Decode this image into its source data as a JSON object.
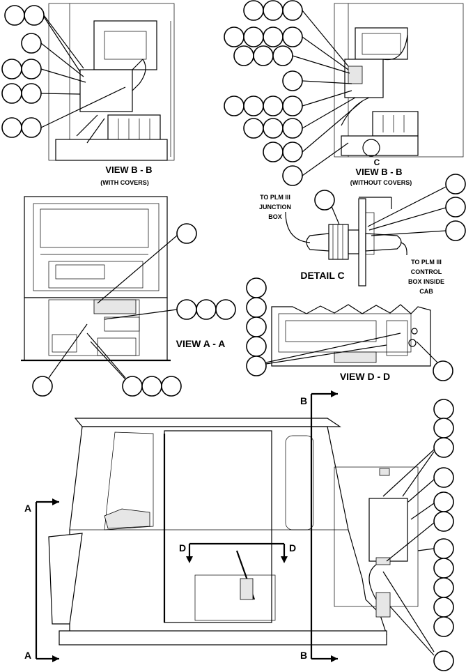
{
  "views": {
    "view_bb_covers": {
      "title": "VIEW B - B",
      "subtitle": "(WITH COVERS)"
    },
    "view_bb_no_covers": {
      "title": "VIEW B - B",
      "subtitle": "(WITHOUT COVERS)",
      "detail_marker": "C"
    },
    "view_aa": {
      "title": "VIEW A - A"
    },
    "detail_c": {
      "title": "DETAIL C",
      "label_left": [
        "TO PLM III",
        "JUNCTION",
        "BOX"
      ],
      "label_right": [
        "TO PLM III",
        "CONTROL",
        "BOX INSIDE",
        "CAB"
      ]
    },
    "view_dd": {
      "title": "VIEW D - D"
    },
    "cab": {
      "section_a_top": "A",
      "section_a_bottom": "A",
      "section_b_top": "B",
      "section_b_bottom": "B",
      "section_d_left": "D",
      "section_d_right": "D"
    }
  }
}
